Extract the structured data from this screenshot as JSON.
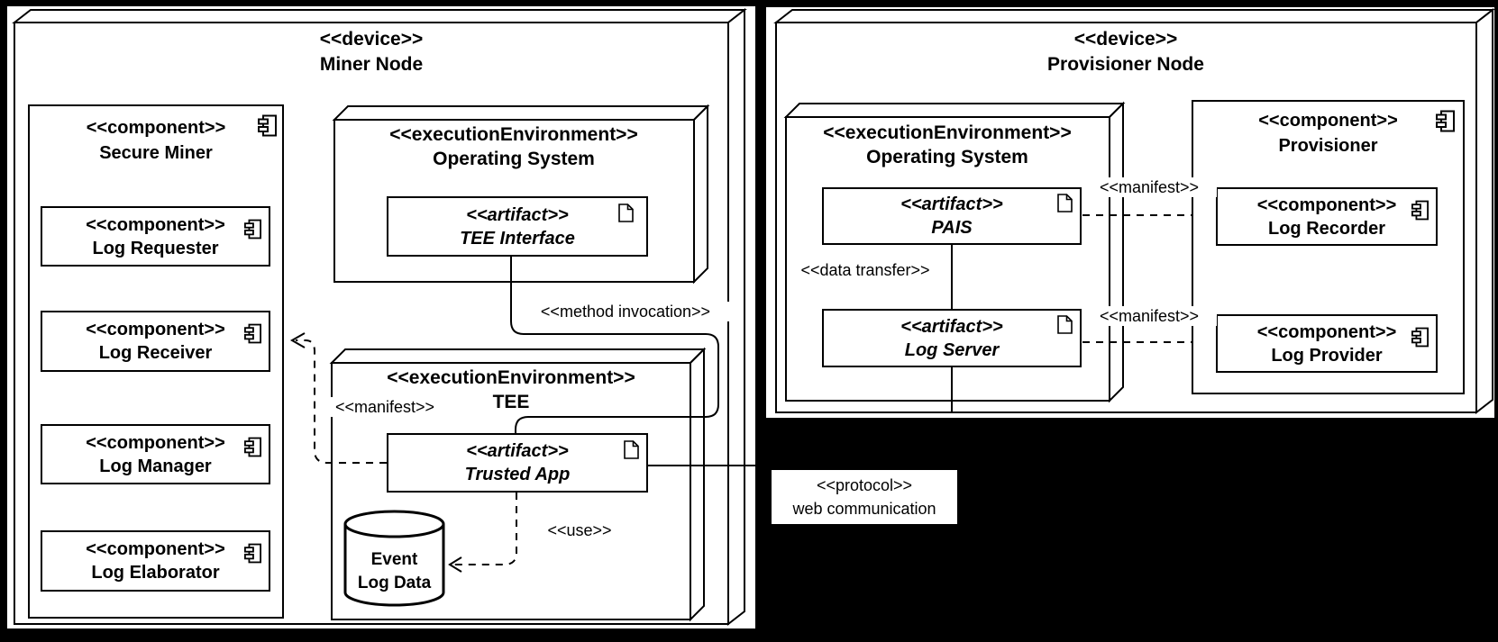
{
  "colors": {
    "background": "#000000",
    "canvas": "#ffffff",
    "line": "#000000"
  },
  "miner_node": {
    "device_stereotype": "<<device>>",
    "device_name": "Miner Node",
    "secure_miner": {
      "stereotype": "<<component>>",
      "name": "Secure Miner"
    },
    "subcomponents": [
      {
        "stereotype": "<<component>>",
        "name": "Log Requester"
      },
      {
        "stereotype": "<<component>>",
        "name": "Log Receiver"
      },
      {
        "stereotype": "<<component>>",
        "name": "Log Manager"
      },
      {
        "stereotype": "<<component>>",
        "name": "Log Elaborator"
      }
    ],
    "os_env": {
      "stereotype": "<<executionEnvironment>>",
      "name": "Operating System"
    },
    "tee_interface": {
      "stereotype": "<<artifact>>",
      "name": "TEE Interface"
    },
    "tee_env": {
      "stereotype": "<<executionEnvironment>>",
      "name": "TEE"
    },
    "trusted_app": {
      "stereotype": "<<artifact>>",
      "name": "Trusted App"
    },
    "event_log_db": {
      "line1": "Event",
      "line2": "Log Data"
    }
  },
  "provisioner_node": {
    "device_stereotype": "<<device>>",
    "device_name": "Provisioner Node",
    "os_env": {
      "stereotype": "<<executionEnvironment>>",
      "name": "Operating System"
    },
    "pais": {
      "stereotype": "<<artifact>>",
      "name": "PAIS"
    },
    "log_server": {
      "stereotype": "<<artifact>>",
      "name": "Log Server"
    },
    "provisioner": {
      "stereotype": "<<component>>",
      "name": "Provisioner"
    },
    "log_recorder": {
      "stereotype": "<<component>>",
      "name": "Log Recorder"
    },
    "log_provider": {
      "stereotype": "<<component>>",
      "name": "Log Provider"
    }
  },
  "connectors": {
    "method_invocation": "<<method invocation>>",
    "manifest_miner": "<<manifest>>",
    "use": "<<use>>",
    "data_transfer": "<<data transfer>>",
    "manifest_upper": "<<manifest>>",
    "manifest_lower": "<<manifest>>",
    "protocol": {
      "stereotype": "<<protocol>>",
      "name": "web communication"
    }
  }
}
